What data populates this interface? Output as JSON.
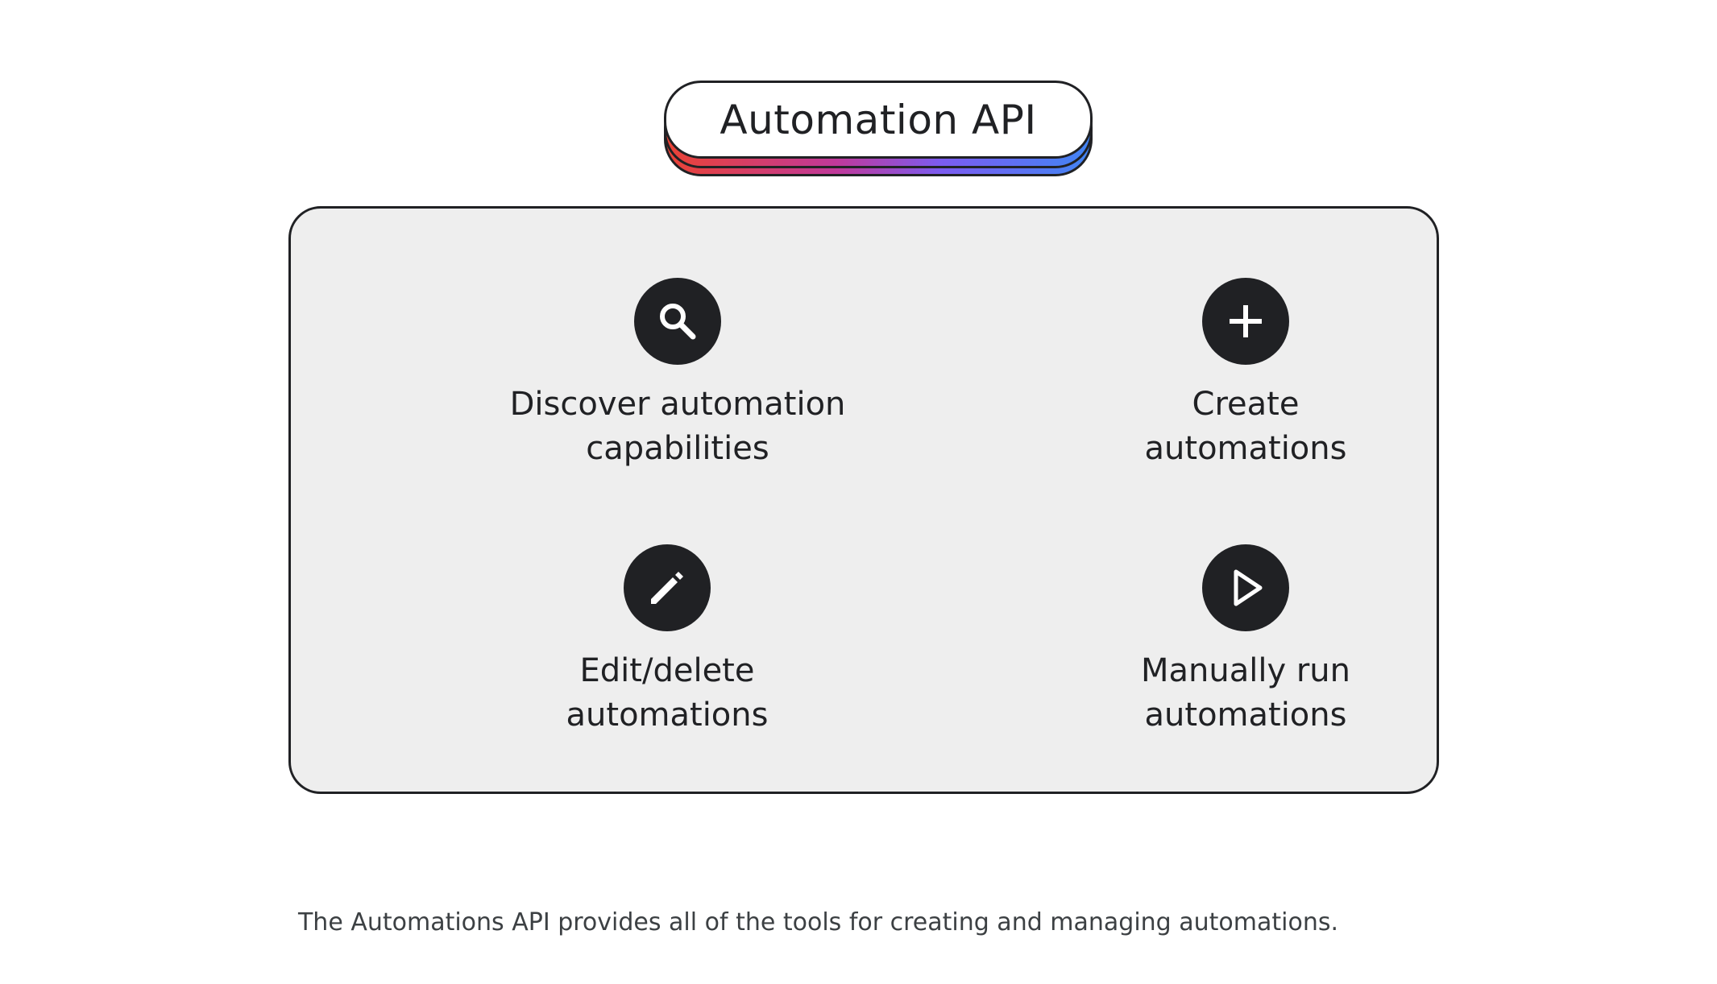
{
  "title": "Automation API",
  "colors": {
    "ink": "#202124",
    "panel_bg": "#eeeeee",
    "gradient_start": "#ea4335",
    "gradient_mid": "#7b5cf0",
    "gradient_end": "#4285f4",
    "caption": "#3c4043"
  },
  "features": [
    {
      "icon": "search-icon",
      "line1": "Discover automation",
      "line2": "capabilities"
    },
    {
      "icon": "plus-icon",
      "line1": "Create",
      "line2": "automations"
    },
    {
      "icon": "pencil-icon",
      "line1": "Edit/delete",
      "line2": "automations"
    },
    {
      "icon": "play-icon",
      "line1": "Manually run",
      "line2": "automations"
    }
  ],
  "caption": "The Automations API provides all of the tools for creating and managing automations."
}
